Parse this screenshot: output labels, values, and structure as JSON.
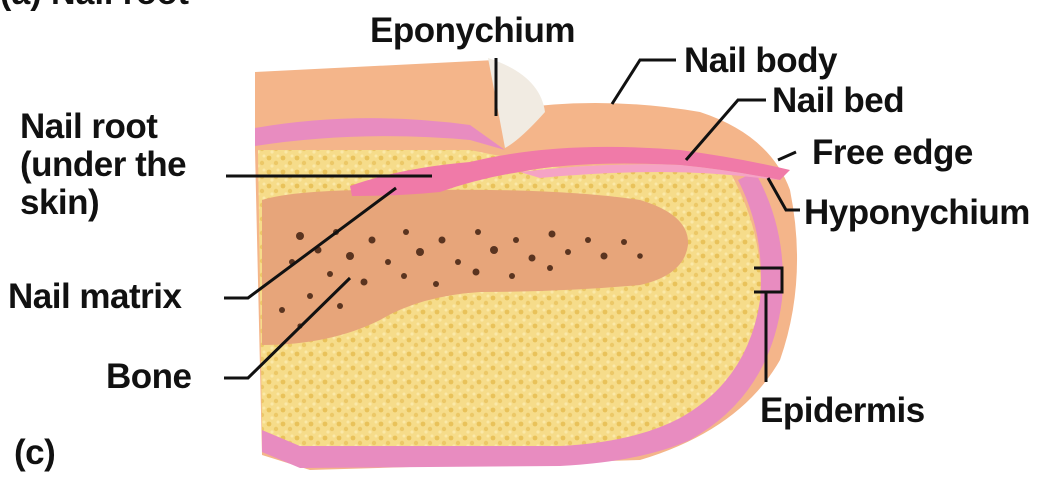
{
  "figure": {
    "top_caption_fragment": "(a)   Nail root",
    "panel_label": "(c)"
  },
  "labels": {
    "eponychium": "Eponychium",
    "nail_body": "Nail body",
    "nail_bed": "Nail bed",
    "nail_root": "Nail root\n(under the\nskin)",
    "free_edge": "Free edge",
    "hyponychium": "Hyponychium",
    "nail_matrix": "Nail matrix",
    "bone": "Bone",
    "epidermis": "Epidermis"
  },
  "colors": {
    "skin": "#f4b58a",
    "skin_dark": "#e59a6a",
    "epidermis": "#e88cc0",
    "nail": "#f07aa8",
    "fat": "#f6dc8a",
    "fat_dot": "#e9c25a",
    "bone": "#e7a57a",
    "bone_pore": "#5a3420",
    "line": "#111111"
  }
}
